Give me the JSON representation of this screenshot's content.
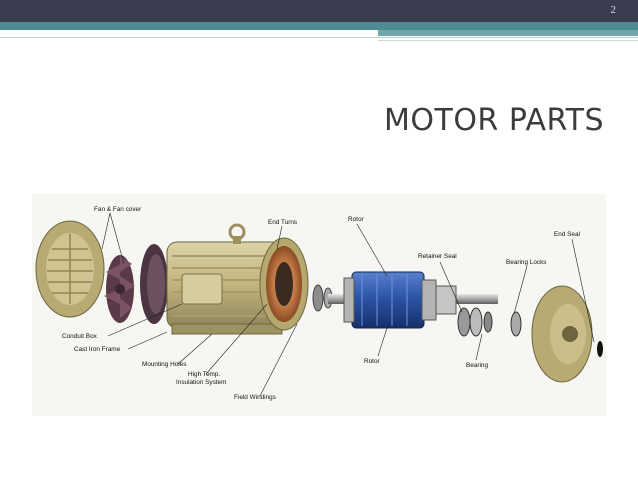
{
  "slide": {
    "number": "2",
    "title": "MOTOR PARTS"
  },
  "diagram": {
    "labels": {
      "fan_cover": "Fan & Fan cover",
      "end_turns": "End Turns",
      "rotor_top": "Rotor",
      "retainer_seal": "Retainer Seal",
      "end_seal": "End Seal",
      "bearing_locks": "Bearing Locks",
      "conduit_box": "Conduit Box",
      "cast_iron_frame": "Cast Iron Frame",
      "mounting_holes": "Mounting Holes",
      "high_temp_1": "High Temp.",
      "high_temp_2": "Insulation System",
      "field_windings": "Field Windings",
      "rotor_bottom": "Rotor",
      "bearing": "Bearing"
    }
  },
  "colors": {
    "header_bar": "#3a3d4f",
    "accent_teal": "#4f8a92",
    "motor_body": "#c3b784",
    "rotor_blue": "#2c55a8",
    "copper": "#b06838"
  }
}
